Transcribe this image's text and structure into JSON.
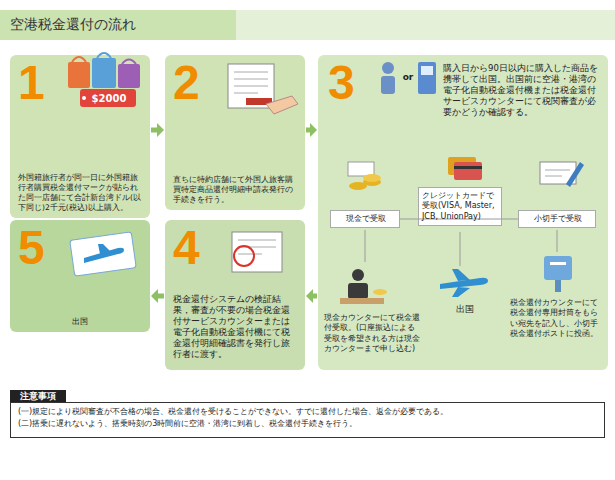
{
  "diagram": {
    "title": "空港税金還付の流れ",
    "nodes": [
      {
        "text": [
          "1",
          "外国籍旅行者が同一日に外国籍旅行者購買税金還付マークが貼られた同一店舗にて合計新台湾ドル(以下同じ)2千元(税込)以上購入。"
        ]
      },
      {
        "text": [
          "2",
          "直ちに特約店舗にて外国人旅客購買特定商品還付明細申請表発行の手続きを行う。"
        ]
      },
      {
        "text": [
          "3",
          "購入日から90日以内に購入した商品を携帯して出国。出国前に空港・港湾の電子化自動税金還付機または税金還付サービスカウンターにて税関審査が必要かどうか確認する。"
        ]
      },
      {
        "text": [
          "現金で受取"
        ],
        "in": 2
      },
      {
        "text": [
          "クレジットカードで受取(VISA, Master, JCB, UnionPay)"
        ],
        "in": 2
      },
      {
        "text": [
          "小切手で受取"
        ],
        "in": 2
      },
      {
        "text": [
          "4",
          "税金還付システムの検証結果，審査が不要の場合税金還付サービスカウンターまたは電子化自動税金還付機にて税金還付明細確認書を発行し旅行者に渡す。"
        ]
      },
      {
        "text": [
          "5",
          "出国"
        ]
      },
      {
        "text": [
          "注意事項",
          "(一)規定により税関審査が不合格の場合、税金還付を受けることができない。すでに還付した場合、返金が必要である。",
          "(二)搭乗に遅れないよう、搭乗時刻の3時間前に空港・港湾に到着し、税金還付手続きを行う。"
        ]
      }
    ],
    "edges": [
      {
        "from": 0,
        "to": 1,
        "arrow": "to"
      },
      {
        "from": 1,
        "to": 2,
        "arrow": "to"
      },
      {
        "from": 2,
        "to": 6,
        "arrow": "to"
      },
      {
        "from": 6,
        "to": 7,
        "arrow": "to"
      }
    ],
    "labels": [
      "$2000",
      "or",
      "現金カウンターにて税金還付受取。(口座振込による受取を希望される方は現金カウンターまで申し込む)",
      "出国",
      "税金還付カウンターにて税金還付専用封筒をもらい宛先を記入し、小切手税金還付ポストに投函。"
    ]
  }
}
